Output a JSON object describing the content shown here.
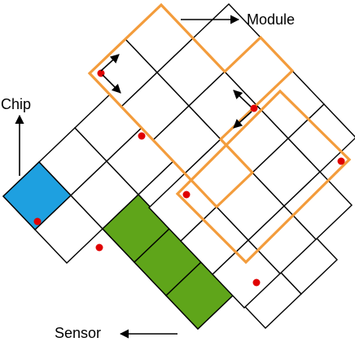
{
  "labels": {
    "module": "Module",
    "chip": "Chip",
    "sensor": "Sensor"
  },
  "colors": {
    "grid_line": "#000000",
    "module_outline": "#f39c3c",
    "chip_fill": "#1ea0e0",
    "sensor_fill": "#5fa51a",
    "marker_dot": "#e00000",
    "background": "#ffffff"
  },
  "icons": {
    "module_arrow": "arrow-right-icon",
    "chip_arrow": "arrow-up-icon",
    "sensor_arrow": "arrow-left-icon"
  }
}
